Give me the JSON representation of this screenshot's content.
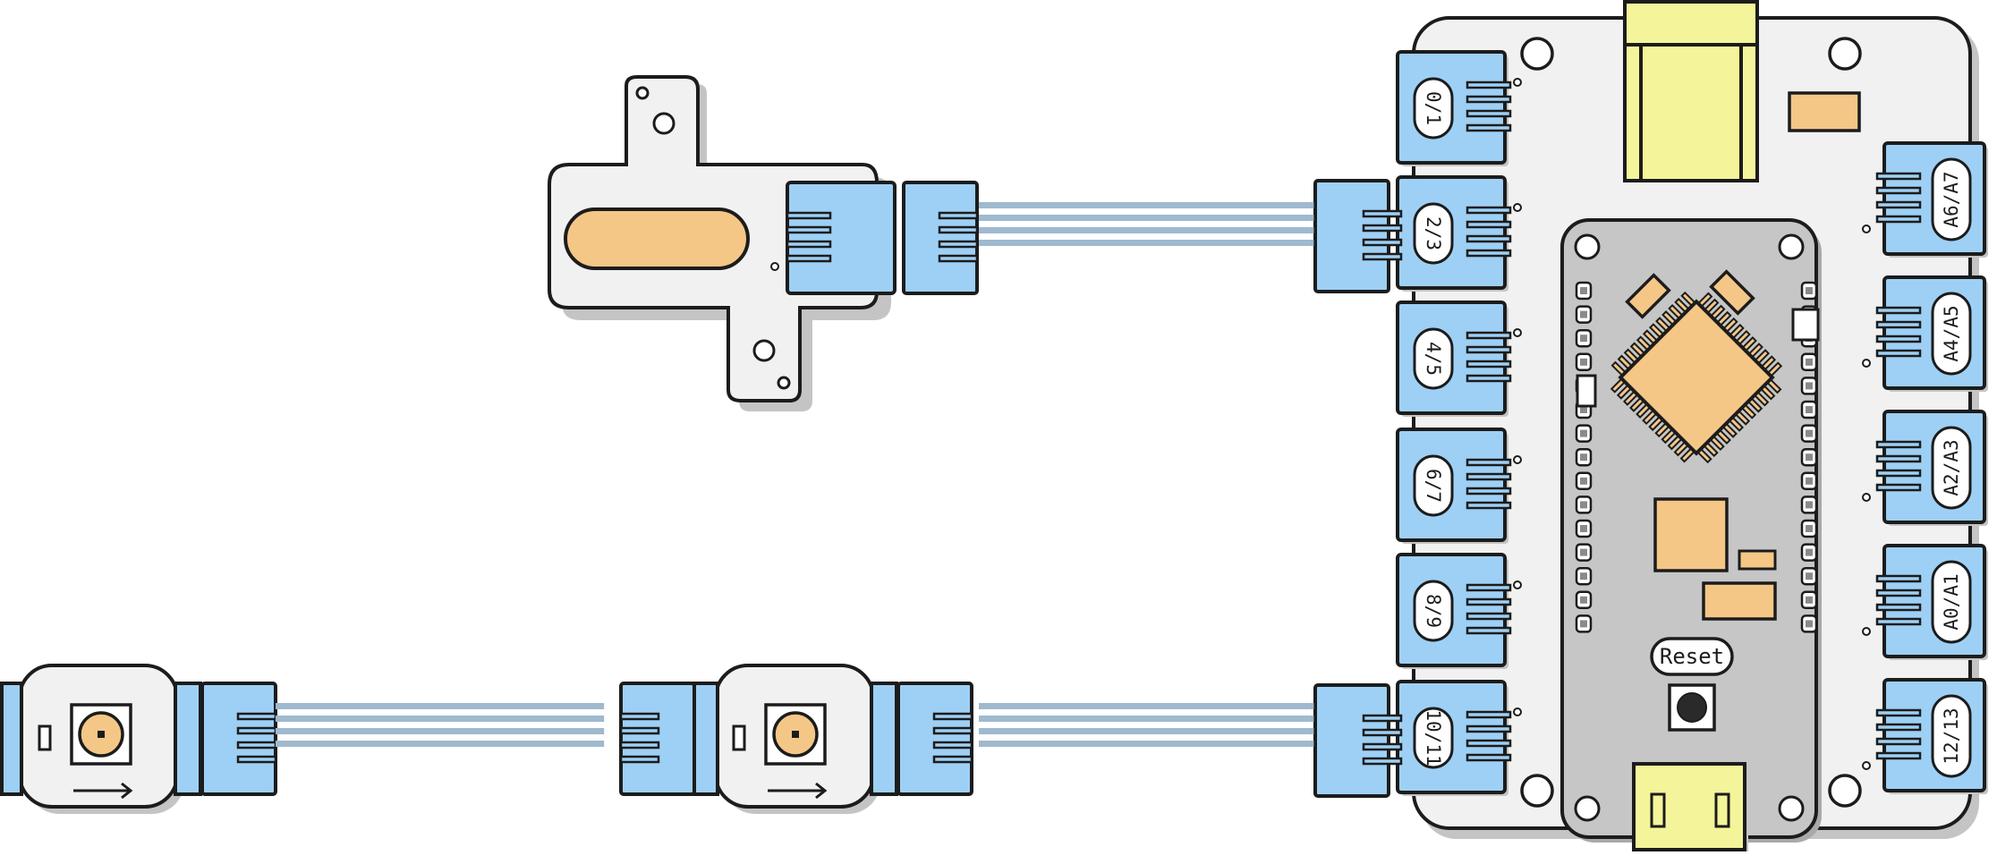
{
  "board": {
    "left_ports": [
      "0/1",
      "2/3",
      "4/5",
      "6/7",
      "8/9",
      "10/11"
    ],
    "right_ports": [
      "A6/A7",
      "A4/A5",
      "A2/A3",
      "A0/A1",
      "12/13"
    ],
    "reset_label": "Reset"
  },
  "colors": {
    "connector": "#9ed0f5",
    "stroke": "#1c1c1c",
    "board": "#f1f1f1",
    "shadow": "#c4c4c4",
    "chip_board": "#c6c6c6",
    "orange": "#f4c786",
    "yellow": "#f4f59a",
    "wire": "#9fb9cf"
  },
  "modules": [
    {
      "kind": "slide-potentiometer"
    },
    {
      "kind": "led-module"
    },
    {
      "kind": "led-module"
    }
  ]
}
